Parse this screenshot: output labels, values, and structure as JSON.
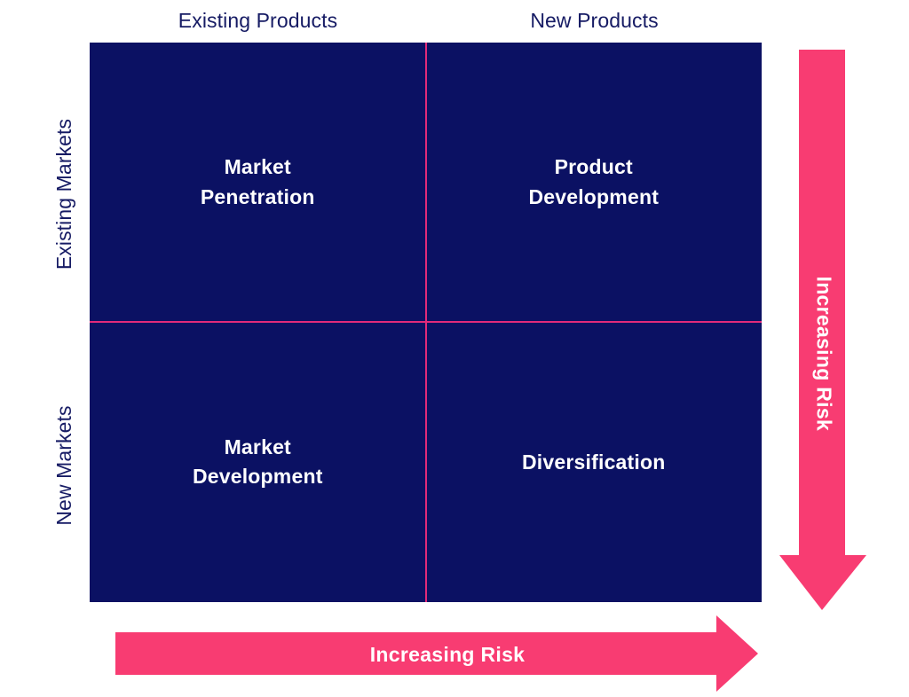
{
  "diagram": {
    "type": "ansoff-matrix",
    "colors": {
      "matrix_fill": "#0b1163",
      "divider_line": "#e22a7a",
      "arrow_pink": "#f83c72",
      "header_text": "#161b64",
      "quadrant_text": "#ffffff",
      "background": "#ffffff"
    },
    "columns": [
      {
        "id": "existing-products",
        "label": "Existing Products"
      },
      {
        "id": "new-products",
        "label": "New Products"
      }
    ],
    "rows": [
      {
        "id": "existing-markets",
        "label": "Existing Markets"
      },
      {
        "id": "new-markets",
        "label": "New Markets"
      }
    ],
    "quadrants": [
      {
        "id": "market-penetration",
        "row": "existing-markets",
        "column": "existing-products",
        "label": "Market\nPenetration"
      },
      {
        "id": "product-development",
        "row": "existing-markets",
        "column": "new-products",
        "label": "Product\nDevelopment"
      },
      {
        "id": "market-development",
        "row": "new-markets",
        "column": "existing-products",
        "label": "Market\nDevelopment"
      },
      {
        "id": "diversification",
        "row": "new-markets",
        "column": "new-products",
        "label": "Diversification"
      }
    ],
    "arrows": [
      {
        "id": "vertical-risk-arrow",
        "label": "Increasing Risk",
        "direction": "down",
        "orientation": "vertical"
      },
      {
        "id": "horizontal-risk-arrow",
        "label": "Increasing Risk",
        "direction": "right",
        "orientation": "horizontal"
      }
    ]
  }
}
